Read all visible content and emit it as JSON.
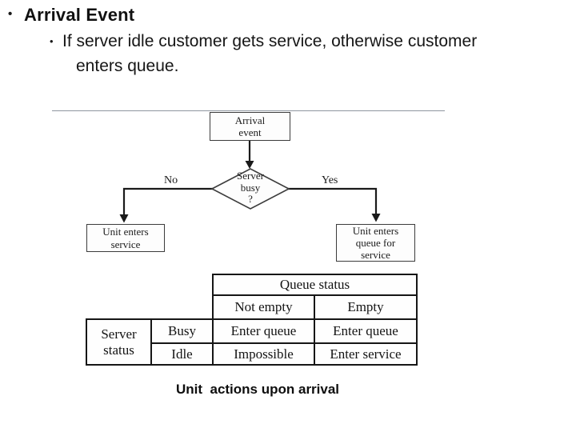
{
  "slide": {
    "title_bullet": "•",
    "title": "Arrival Event",
    "sub_bullet": "•",
    "bullet_line1": "If server idle customer gets service, otherwise customer",
    "bullet_line2": "enters queue.",
    "caption": "Unit  actions upon arrival"
  },
  "flowchart": {
    "start_box": {
      "line1": "Arrival",
      "line2": "event"
    },
    "decision": {
      "line1": "Server",
      "line2": "busy",
      "line3": "?"
    },
    "no_label": "No",
    "yes_label": "Yes",
    "left_box": {
      "line1": "Unit enters",
      "line2": "service"
    },
    "right_box": {
      "line1": "Unit enters",
      "line2": "queue for",
      "line3": "service"
    }
  },
  "table": {
    "group_header": "Queue status",
    "col_headers": [
      "Not empty",
      "Empty"
    ],
    "row_group": {
      "line1": "Server",
      "line2": "status"
    },
    "row_headers": [
      "Busy",
      "Idle"
    ],
    "cells": [
      [
        "Enter queue",
        "Enter queue"
      ],
      [
        "Impossible",
        "Enter service"
      ]
    ]
  },
  "colors": {
    "connector": "#1a1a1a",
    "box_border": "#3c3c3c",
    "table_border": "#161616",
    "divider": "#8e96a0"
  }
}
